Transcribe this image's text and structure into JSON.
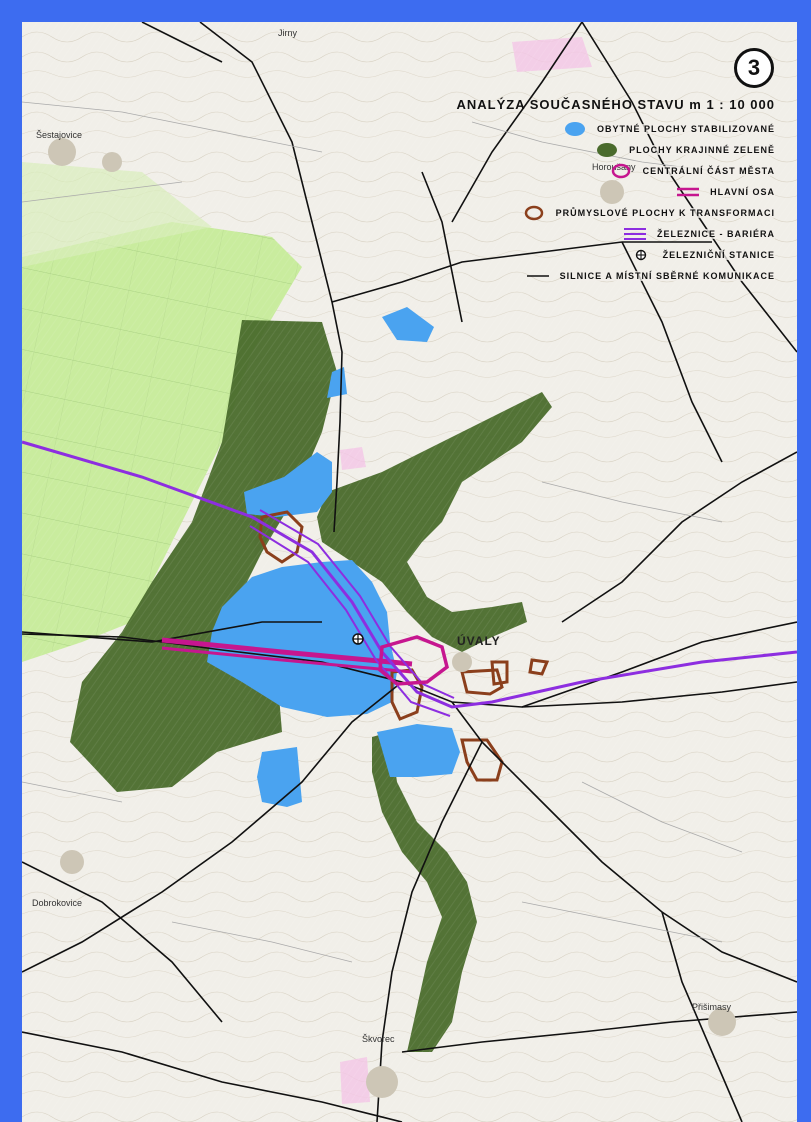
{
  "map": {
    "badge": "3",
    "title": "ANALÝZA SOUČASNÉHO STAVU  m 1 : 10 000",
    "legend": [
      {
        "label": "OBYTNÉ PLOCHY STABILIZOVANÉ",
        "symbol": "blue-blob-icon"
      },
      {
        "label": "PLOCHY KRAJINNÉ ZELENĚ",
        "symbol": "green-blob-icon"
      },
      {
        "label": "CENTRÁLNÍ ČÁST MĚSTA",
        "symbol": "magenta-ring-icon"
      },
      {
        "label": "HLAVNÍ OSA",
        "symbol": "magenta-double-line-icon"
      },
      {
        "label": "PRŮMYSLOVÉ PLOCHY K TRANSFORMACI",
        "symbol": "brown-ring-icon"
      },
      {
        "label": "ŽELEZNICE - BARIÉRA",
        "symbol": "purple-triple-line-icon"
      },
      {
        "label": "ŽELEZNIČNÍ STANICE",
        "symbol": "station-crosshair-icon"
      },
      {
        "label": "SILNICE A MÍSTNÍ SBĚRNÉ KOMUNIKACE",
        "symbol": "black-line-icon"
      }
    ],
    "places": {
      "sestajovice": "Šestajovice",
      "jirny": "Jirny",
      "horousany": "Horoušany",
      "uvaly": "ÚVALY",
      "svoranc": "Škvorec",
      "prisimasy": "Přišimasy",
      "dobrokovice": "Dobrokovice"
    },
    "colors": {
      "residential": "#4aa3f0",
      "greenery": "#4a6b2c",
      "meadow": "#c9ec9e",
      "center": "#c6168f",
      "industrial": "#8b3f1c",
      "railway": "#8d2ee0",
      "road": "#111111",
      "frame": "#3d6cf0"
    }
  }
}
